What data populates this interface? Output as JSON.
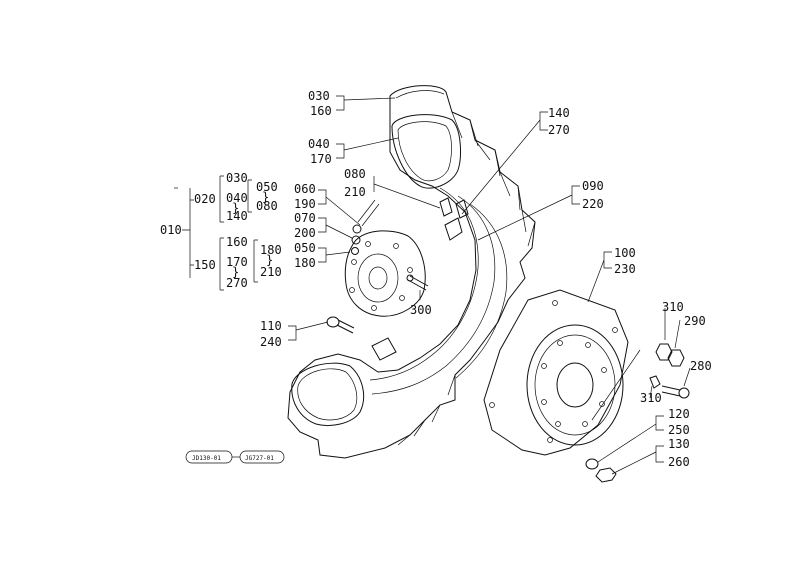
{
  "labels": {
    "p030": "030",
    "p160": "160",
    "p040": "040",
    "p170": "170",
    "p140": "140",
    "p270": "270",
    "p080": "080",
    "p210": "210",
    "p090": "090",
    "p220": "220",
    "p060": "060",
    "p190": "190",
    "p070": "070",
    "p200": "200",
    "p050": "050",
    "p180": "180",
    "p300": "300",
    "p100": "100",
    "p230": "230",
    "p310a": "310",
    "p290": "290",
    "p280": "280",
    "p310b": "310",
    "p110": "110",
    "p240": "240",
    "p120": "120",
    "p250": "250",
    "p130": "130",
    "p260": "260",
    "tree": {
      "root": "010",
      "g1": "020",
      "g1a": "030",
      "g1b": "040",
      "g1sep": "}",
      "g1c": "140",
      "g1d": "050",
      "g1dsep": "}",
      "g1e": "080",
      "g2": "150",
      "g2a": "160",
      "g2b": "170",
      "g2sep": "}",
      "g2c": "270",
      "g2d": "180",
      "g2dsep": "}",
      "g2e": "210"
    },
    "footer_left": "JD130-01",
    "footer_right": "JG727-01"
  }
}
